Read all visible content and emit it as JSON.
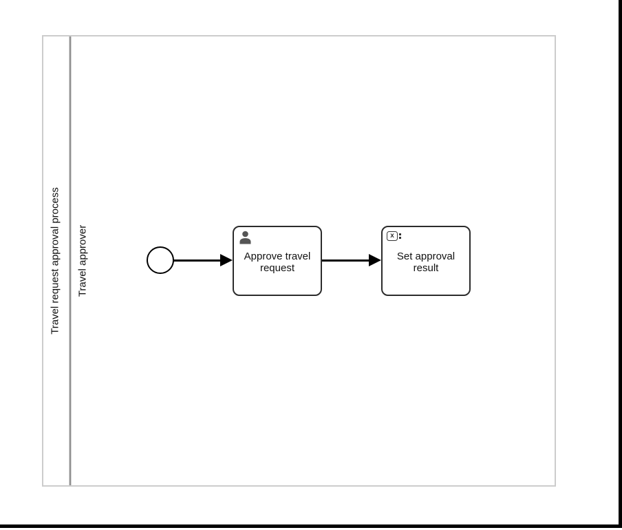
{
  "diagram": {
    "type": "bpmn-process",
    "pool": {
      "name": "Travel request approval process",
      "lane": {
        "name": "Travel approver"
      }
    },
    "start_event": {
      "type": "start-event",
      "label": ""
    },
    "tasks": [
      {
        "id": "approve-travel-request",
        "type": "user-task",
        "icon": "user-icon",
        "label": "Approve travel request",
        "label_lines": [
          "Approve travel",
          "request"
        ]
      },
      {
        "id": "set-approval-result",
        "type": "script-expression-task",
        "icon": "expression-icon",
        "icon_glyph": "x",
        "label": "Set approval result",
        "label_lines": [
          "Set approval",
          "result"
        ]
      }
    ],
    "flows": [
      {
        "from": "start-event",
        "to": "approve-travel-request"
      },
      {
        "from": "approve-travel-request",
        "to": "set-approval-result"
      }
    ],
    "colors": {
      "pool_border": "#cccccc",
      "lane_divider": "#909090",
      "shape_stroke": "#000000",
      "task_stroke": "#2b2b2b",
      "icon_fill": "#555555",
      "frame_border": "#000000",
      "canvas_bg": "#ffffff"
    }
  }
}
